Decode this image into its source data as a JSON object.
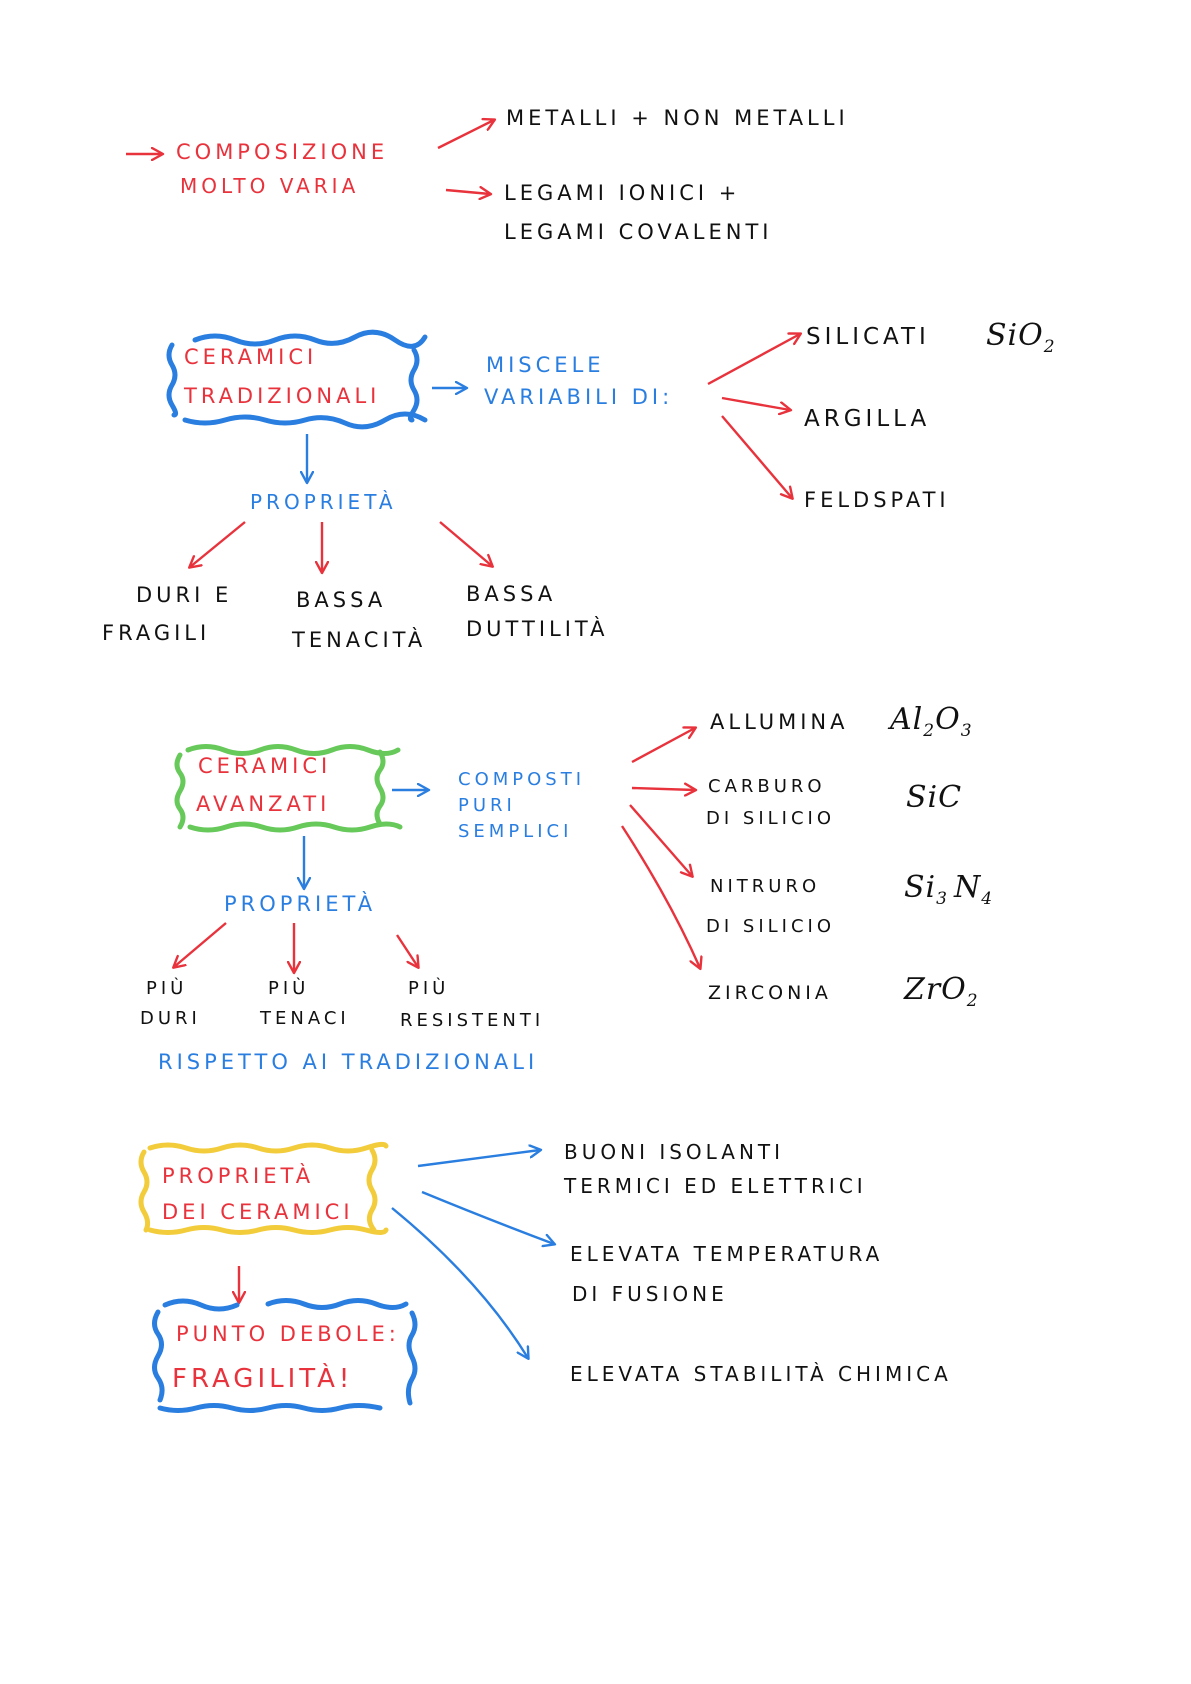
{
  "colors": {
    "red": "#e8323c",
    "blue": "#2a7ee0",
    "green": "#66c95a",
    "yellow": "#f2cc3b",
    "black": "#111111"
  },
  "section1": {
    "title_line1": "COMPOSIZIONE",
    "title_line2": "MOLTO VARIA",
    "branch1": "METALLI + NON METALLI",
    "branch2_line1": "LEGAMI IONICI +",
    "branch2_line2": "LEGAMI COVALENTI"
  },
  "section2": {
    "box_line1": "CERAMICI",
    "box_line2": "TRADIZIONALI",
    "mix_line1": "MISCELE",
    "mix_line2": "VARIABILI DI:",
    "components": [
      {
        "name": "SILICATI",
        "formula": "SiO",
        "sub": "2"
      },
      {
        "name": "ARGILLA"
      },
      {
        "name": "FELDSPATI"
      }
    ],
    "properties_label": "PROPRIETÀ",
    "properties": [
      {
        "line1": "DURI E",
        "line2": "FRAGILI"
      },
      {
        "line1": "BASSA",
        "line2": "TENACITÀ"
      },
      {
        "line1": "BASSA",
        "line2": "DUTTILITÀ"
      }
    ]
  },
  "section3": {
    "box_line1": "CERAMICI",
    "box_line2": "AVANZATI",
    "comp_line1": "COMPOSTI",
    "comp_line2": "PURI",
    "comp_line3": "SEMPLICI",
    "components": [
      {
        "line1": "ALLUMINA",
        "line2": "",
        "formula_parts": [
          "Al",
          "2",
          "O",
          "3"
        ]
      },
      {
        "line1": "CARBURO",
        "line2": "DI SILICIO",
        "formula_parts": [
          "SiC"
        ]
      },
      {
        "line1": "NITRURO",
        "line2": "DI SILICIO",
        "formula_parts": [
          "Si",
          "3",
          "N",
          "4"
        ]
      },
      {
        "line1": "ZIRCONIA",
        "line2": "",
        "formula_parts": [
          "ZrO",
          "2"
        ]
      }
    ],
    "properties_label": "PROPRIETÀ",
    "properties": [
      {
        "line1": "PIÙ",
        "line2": "DURI"
      },
      {
        "line1": "PIÙ",
        "line2": "TENACI"
      },
      {
        "line1": "PIÙ",
        "line2": "RESISTENTI"
      }
    ],
    "comparison": "RISPETTO AI TRADIZIONALI"
  },
  "section4": {
    "box_line1": "PROPRIETÀ",
    "box_line2": "DEI CERAMICI",
    "weak_line1": "PUNTO DEBOLE:",
    "weak_line2": "FRAGILITÀ!",
    "benefits": [
      {
        "line1": "BUONI ISOLANTI",
        "line2": "TERMICI ED ELETTRICI"
      },
      {
        "line1": "ELEVATA TEMPERATURA",
        "line2": "DI FUSIONE"
      },
      {
        "line1": "ELEVATA STABILITÀ CHIMICA",
        "line2": ""
      }
    ]
  }
}
